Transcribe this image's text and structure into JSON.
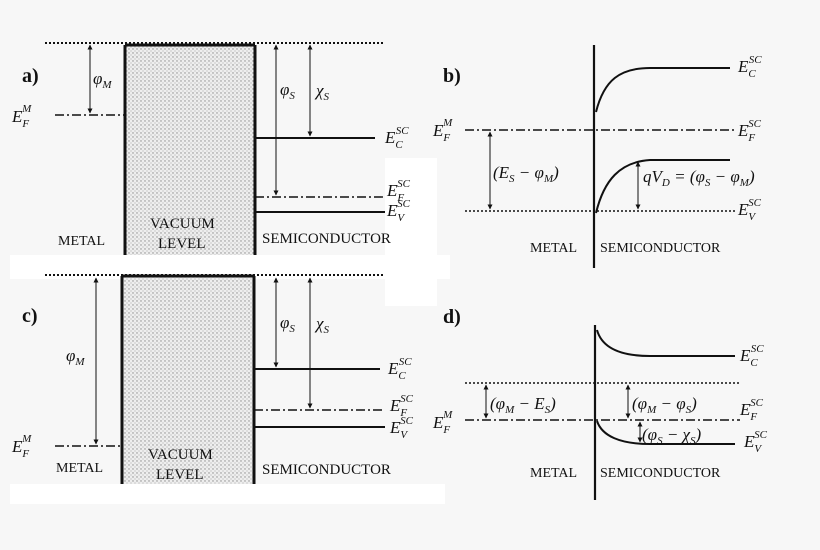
{
  "panels": {
    "a": "a)",
    "b": "b)",
    "c": "c)",
    "d": "d)"
  },
  "labels": {
    "metal": "METAL",
    "vacuum_1": "VACUUM",
    "vacuum_2": "LEVEL",
    "semiconductor": "SEMICONDUCTOR",
    "phi_m": "φ",
    "phi_m_sub": "M",
    "phi_s": "φ",
    "phi_s_sub": "S",
    "chi_s": "χ",
    "chi_s_sub": "S",
    "e_main": "E",
    "ef_sub": "F",
    "m_sup": "M",
    "c_sub": "C",
    "v_sub": "V",
    "sc_sup": "SC"
  },
  "annotations": {
    "b_left": "(E",
    "b_left_sub": "S",
    "b_left_rest": " − φ",
    "b_left_rest_sub": "M",
    "b_left_close": ")",
    "b_right_q": "qV",
    "b_right_q_sub": "D",
    "b_right_eq": " = (φ",
    "b_right_eq_sub1": "S",
    "b_right_minus": " − φ",
    "b_right_eq_sub2": "M",
    "b_right_close": ")",
    "d_left_open": "(φ",
    "d_left_sub1": "M",
    "d_left_minus": " − E",
    "d_left_sub2": "S",
    "d_left_close": ")",
    "d_mid_open": "(φ",
    "d_mid_sub1": "M",
    "d_mid_minus": " − φ",
    "d_mid_sub2": "S",
    "d_mid_close": ")",
    "d_low_open": "(φ",
    "d_low_sub1": "S",
    "d_low_minus": " − χ",
    "d_low_sub2": "S",
    "d_low_close": ")"
  },
  "colors": {
    "line": "#111111",
    "vacuum_fill": "#e6e6e6",
    "background": "#f7f7f7",
    "white": "#ffffff"
  }
}
